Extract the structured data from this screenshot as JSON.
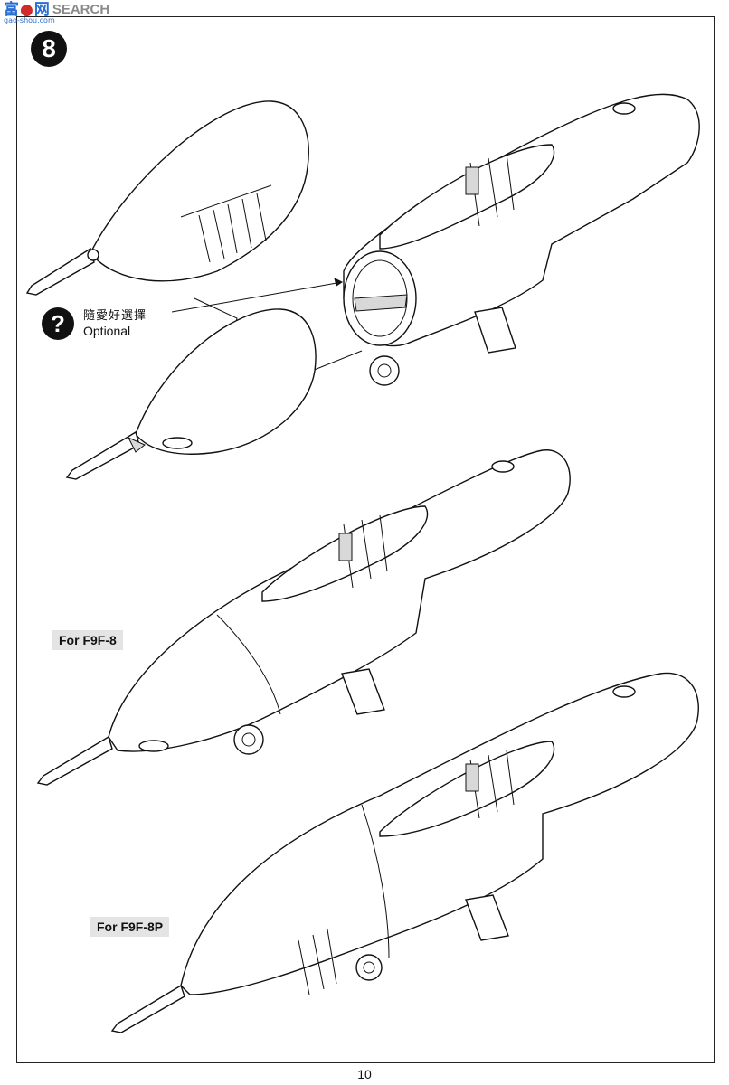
{
  "watermark": {
    "chars": "富",
    "chars2": "网",
    "search": "SEARCH",
    "url": "gao-shou.com"
  },
  "step": {
    "number": "8"
  },
  "optional": {
    "icon": "?",
    "cn": "隨愛好選擇",
    "en": "Optional"
  },
  "variants": {
    "f9f8": "For F9F-8",
    "f9f8p": "For F9F-8P"
  },
  "page": {
    "number": "10"
  },
  "icons": {
    "step_badge": "numbered-circle-icon",
    "optional": "question-mark-icon"
  }
}
